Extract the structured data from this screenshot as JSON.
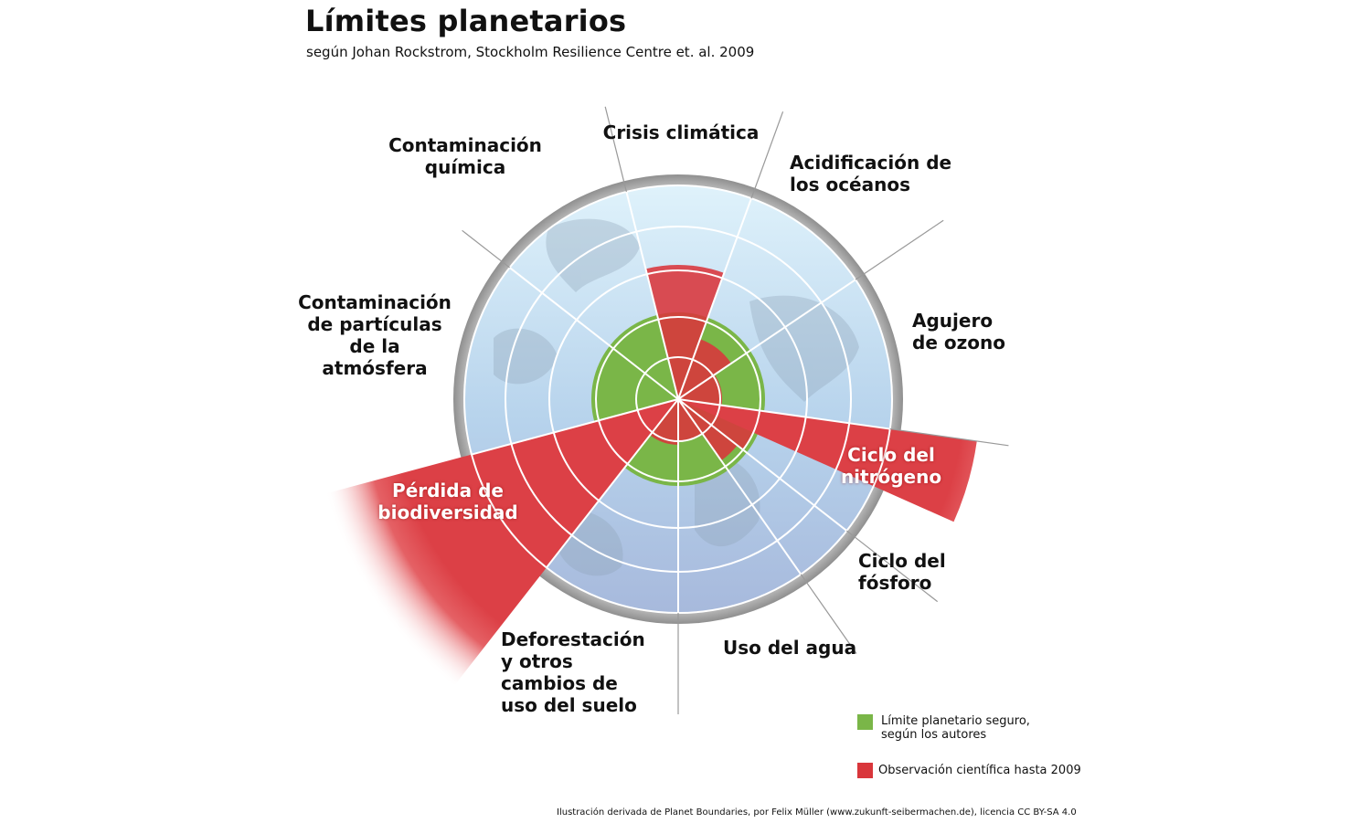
{
  "title": "Límites planetarios",
  "subtitle": "según Johan Rockstrom, Stockholm Resilience Centre et. al. 2009",
  "boundaries": [
    {
      "id": "crisis",
      "lines": [
        "Crisis climática"
      ]
    },
    {
      "id": "acid",
      "lines": [
        "Acidificación de",
        "los océanos"
      ]
    },
    {
      "id": "ozono",
      "lines": [
        "Agujero",
        "de ozono"
      ]
    },
    {
      "id": "nitro",
      "lines": [
        "Ciclo del",
        "nitrógeno"
      ]
    },
    {
      "id": "fosforo",
      "lines": [
        "Ciclo del",
        "fósforo"
      ]
    },
    {
      "id": "agua",
      "lines": [
        "Uso del agua"
      ]
    },
    {
      "id": "suelo",
      "lines": [
        "Deforestación",
        "y otros",
        "cambios de",
        "uso del suelo"
      ]
    },
    {
      "id": "bio",
      "lines": [
        "Pérdida de",
        "biodiversidad"
      ]
    },
    {
      "id": "aerosol",
      "lines": [
        "Contaminación",
        "de partículas",
        "de la",
        "atmósfera"
      ]
    },
    {
      "id": "quim",
      "lines": [
        "Contaminación",
        "química"
      ]
    }
  ],
  "legend": [
    {
      "color": "#7ab648",
      "lines": [
        "Límite planetario seguro,",
        "según los autores"
      ]
    },
    {
      "color": "#d9363b",
      "lines": [
        "Observación científica hasta 2009"
      ]
    }
  ],
  "credit": "Ilustración derivada de Planet Boundaries, por Felix Müller (www.zukunft-seibermachen.de), licencia CC BY-SA 4.0",
  "colors": {
    "safe": "#7ab648",
    "observed": "#d9363b",
    "globe_top": "#d9eef9",
    "globe_bottom": "#a9bfdf",
    "rim": "#9a9a9a"
  }
}
